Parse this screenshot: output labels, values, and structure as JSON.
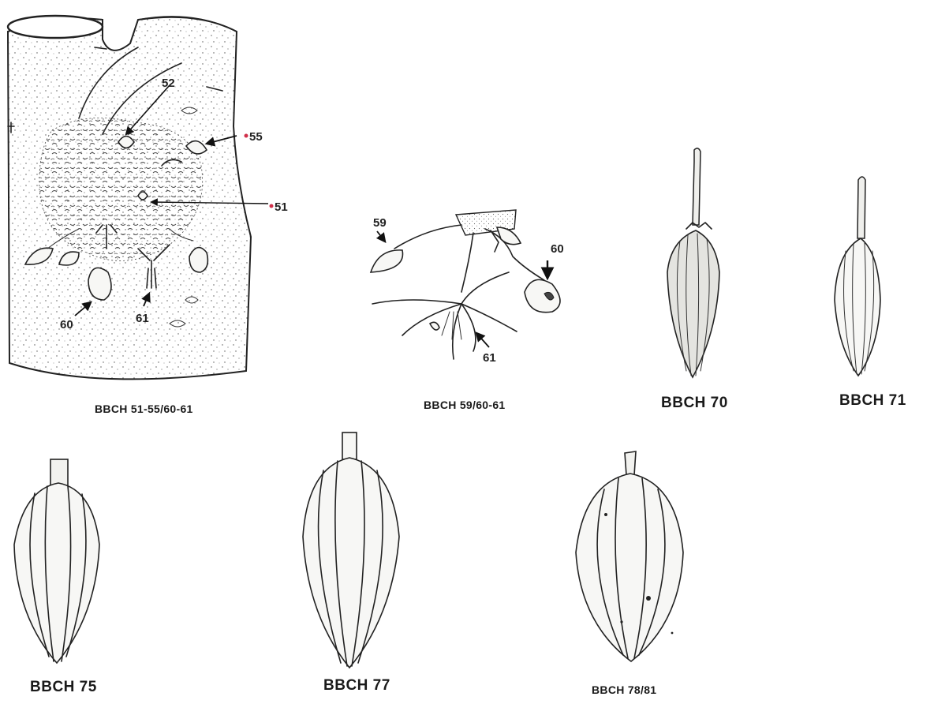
{
  "panels": [
    {
      "id": "trunk",
      "caption": "BBCH 51-55/60-61"
    },
    {
      "id": "flower-cluster",
      "caption": "BBCH 59/60-61"
    },
    {
      "id": "pod-70",
      "caption": "BBCH 70"
    },
    {
      "id": "pod-71",
      "caption": "BBCH 71"
    },
    {
      "id": "pod-75",
      "caption": "BBCH 75"
    },
    {
      "id": "pod-77",
      "caption": "BBCH 77"
    },
    {
      "id": "pod-78-81",
      "caption": "BBCH 78/81"
    }
  ],
  "trunk_labels": {
    "l52": "52",
    "l55": "55",
    "l51": "51",
    "l60": "60",
    "l61": "61"
  },
  "cluster_labels": {
    "l59": "59",
    "l60": "60",
    "l61": "61"
  },
  "colors": {
    "ink": "#222222",
    "marker_dot": "#d0304a",
    "stipple": "#555555"
  }
}
